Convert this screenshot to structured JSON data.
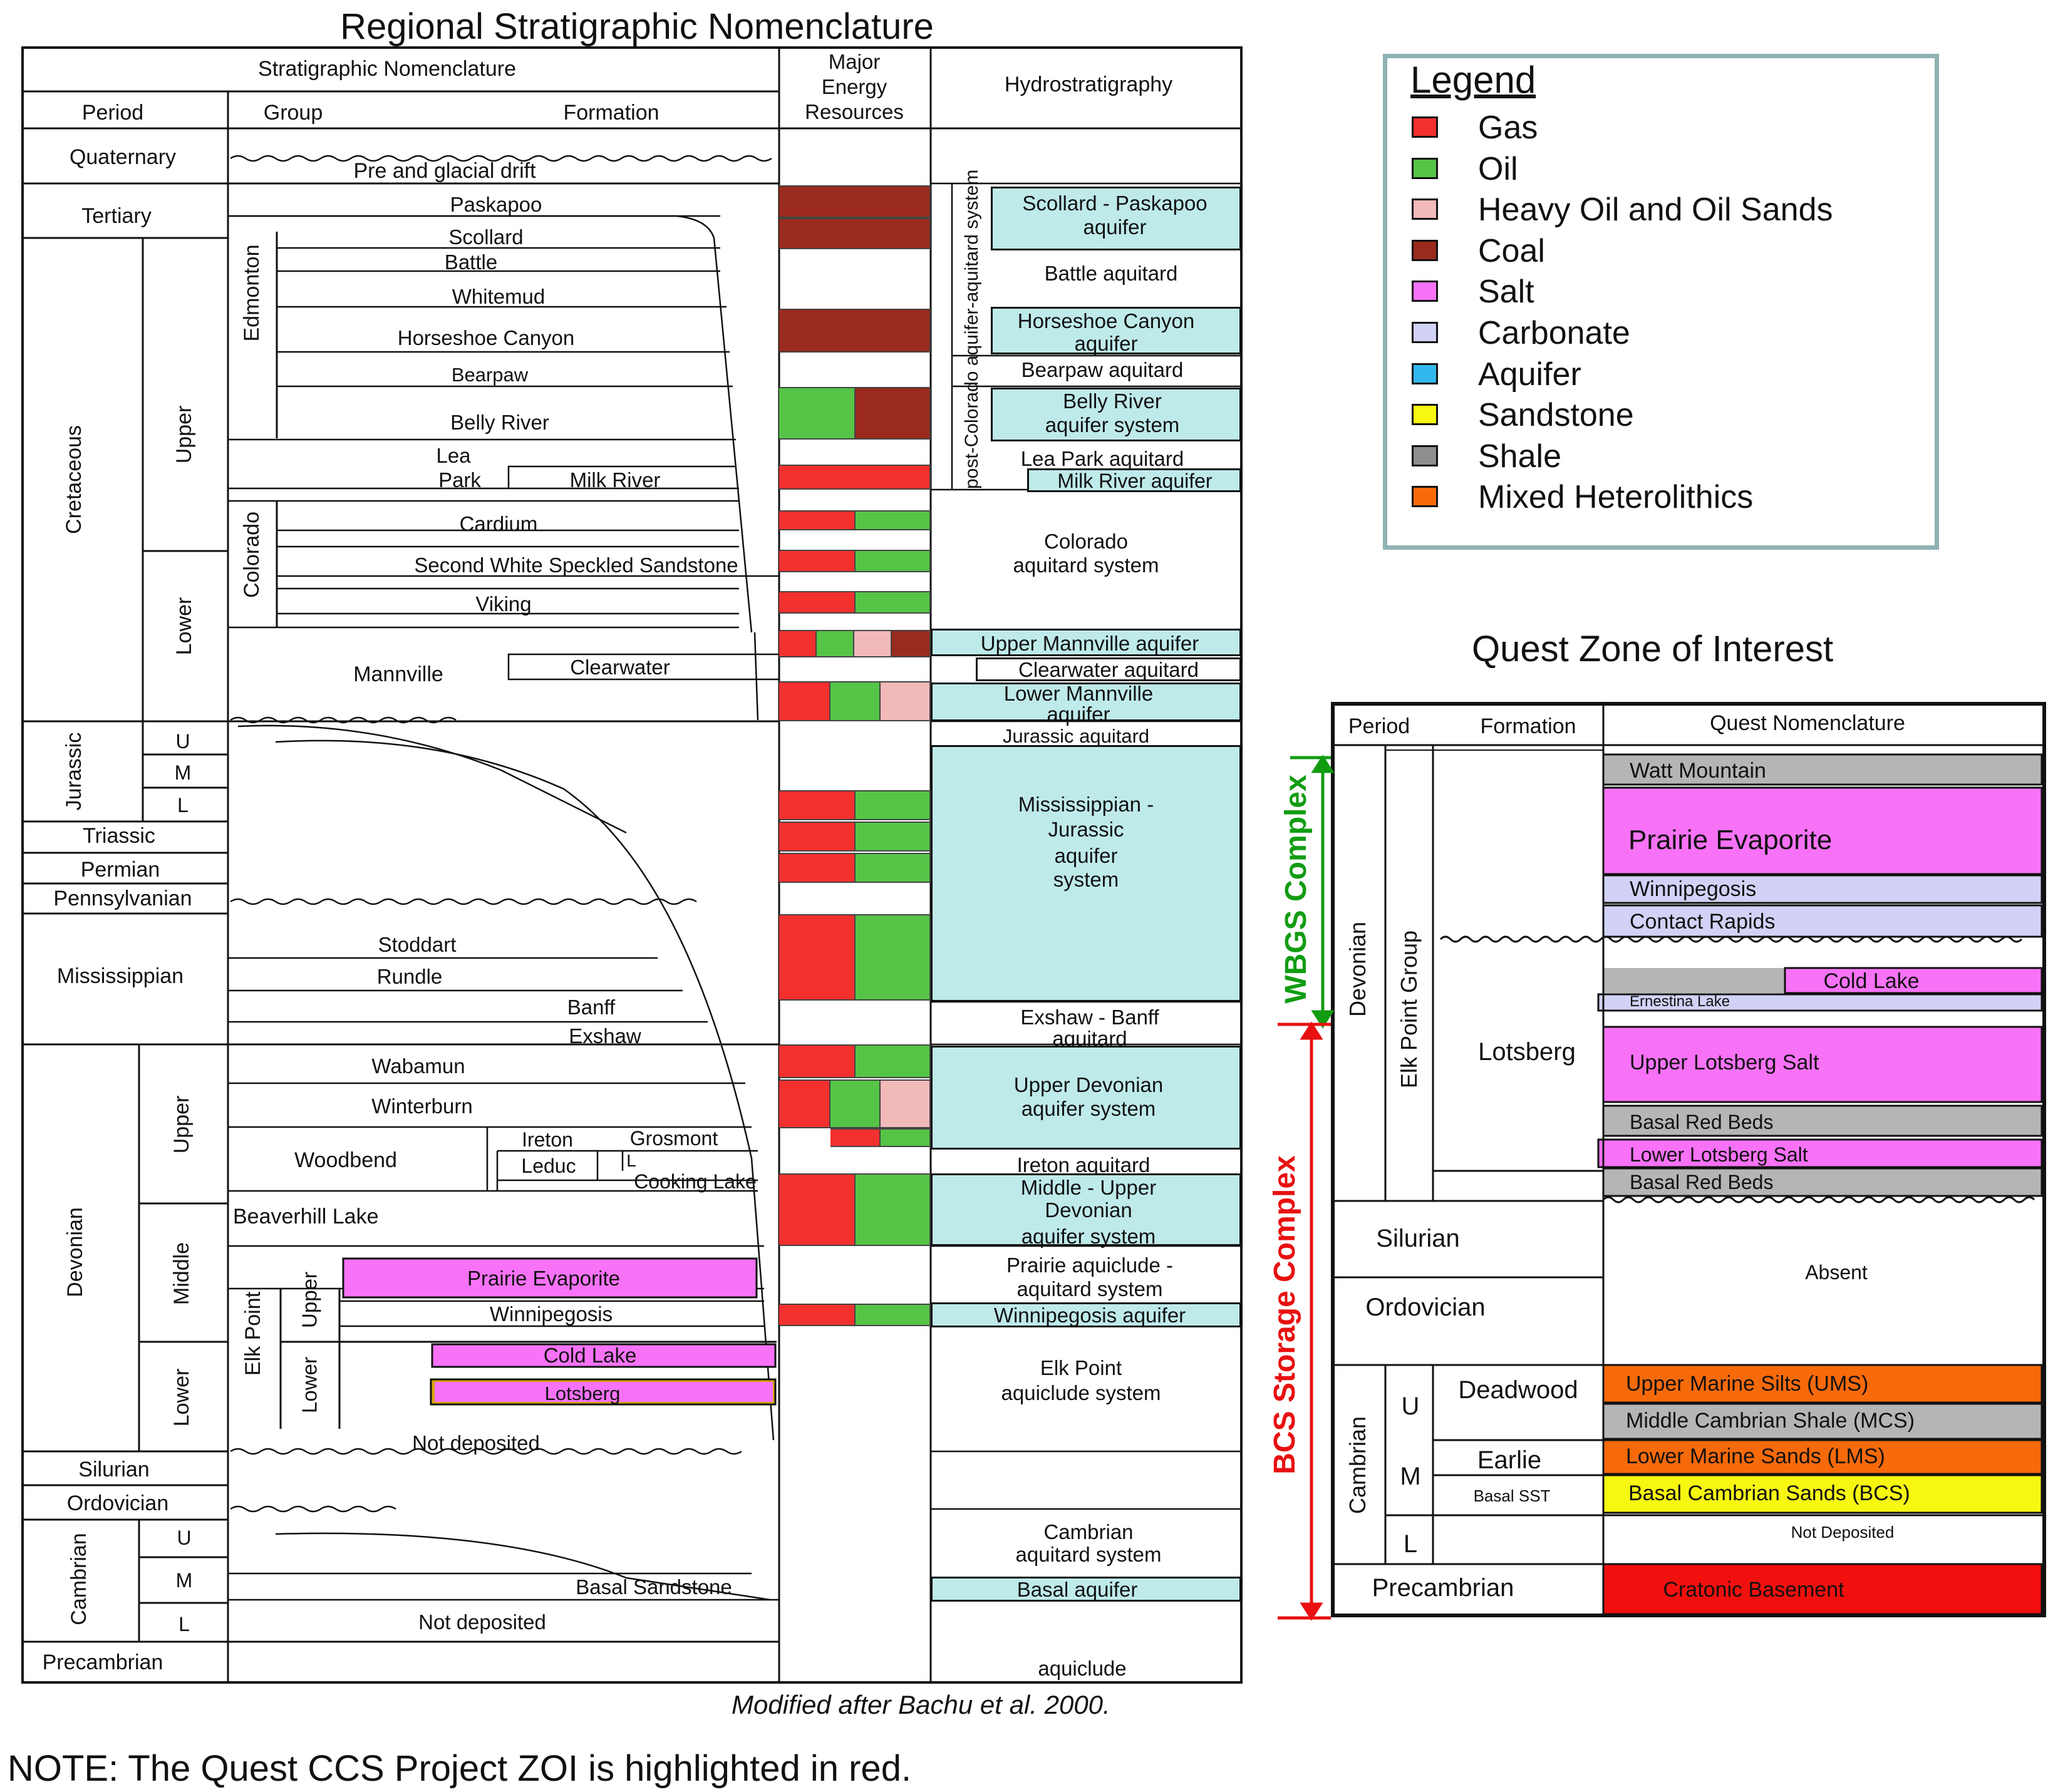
{
  "regional": {
    "title": "Regional Stratigraphic Nomenclature",
    "header": {
      "strat_nomenclature": "Stratigraphic Nomenclature",
      "major_energy_resources": [
        "Major",
        "Energy",
        "Resources"
      ],
      "hydrostratigraphy": "Hydrostratigraphy",
      "period": "Period",
      "group": "Group",
      "formation": "Formation"
    },
    "periods": {
      "quaternary": "Quaternary",
      "tertiary": "Tertiary",
      "cretaceous": "Cretaceous",
      "jurassic": "Jurassic",
      "triassic": "Triassic",
      "permian": "Permian",
      "pennsylvanian": "Pennsylvanian",
      "mississippian": "Mississippian",
      "devonian": "Devonian",
      "silurian": "Silurian",
      "ordovician": "Ordovician",
      "cambrian": "Cambrian",
      "precambrian": "Precambrian"
    },
    "epochs": {
      "cret_upper": "Upper",
      "cret_lower": "Lower",
      "jur_u": "U",
      "jur_m": "M",
      "jur_l": "L",
      "dev_upper": "Upper",
      "dev_middle": "Middle",
      "dev_lower": "Lower",
      "camb_u": "U",
      "camb_m": "M",
      "camb_l": "L"
    },
    "groups": {
      "edmonton": "Edmonton",
      "colorado": "Colorado",
      "mannville": "Mannville",
      "woodbend": "Woodbend",
      "beaverhill_lake": "Beaverhill Lake",
      "elk_point": "Elk Point",
      "ep_upper": "Upper",
      "ep_lower": "Lower"
    },
    "formations": {
      "pre_glacial": "Pre and glacial drift",
      "paskapoo": "Paskapoo",
      "scollard": "Scollard",
      "battle": "Battle",
      "whitemud": "Whitemud",
      "horseshoe": "Horseshoe Canyon",
      "bearpaw": "Bearpaw",
      "belly_river": "Belly River",
      "lea": "Lea",
      "park": "Park",
      "milk_river": "Milk River",
      "cardium": "Cardium",
      "second_white": "Second White Speckled Sandstone",
      "viking": "Viking",
      "clearwater": "Clearwater",
      "stoddart": "Stoddart",
      "rundle": "Rundle",
      "banff": "Banff",
      "exshaw": "Exshaw",
      "wabamun": "Wabamun",
      "winterburn": "Winterburn",
      "ireton": "Ireton",
      "grosmont": "Grosmont",
      "leduc": "Leduc",
      "l": "L",
      "cooking_lake": "Cooking Lake",
      "prairie_evaporite": "Prairie Evaporite",
      "winnipegosis": "Winnipegosis",
      "cold_lake": "Cold Lake",
      "lotsberg": "Lotsberg",
      "not_deposited_1": "Not deposited",
      "basal_sandstone": "Basal Sandstone",
      "not_deposited_2": "Not deposited"
    },
    "hydro": {
      "post_colorado": "post-Colorado aquifer-aquitard system",
      "scollard_paskapoo": [
        "Scollard - Paskapoo",
        "aquifer"
      ],
      "battle_aquitard": "Battle aquitard",
      "horseshoe_aquifer": [
        "Horseshoe Canyon",
        "aquifer"
      ],
      "bearpaw_aquitard": "Bearpaw aquitard",
      "belly_river_aquifer": [
        "Belly River",
        "aquifer system"
      ],
      "lea_park_aquitard": "Lea Park aquitard",
      "milk_river_aquifer": "Milk River aquifer",
      "colorado_aquitard": [
        "Colorado",
        "aquitard system"
      ],
      "upper_mannville": "Upper Mannville aquifer",
      "clearwater_aquitard": "Clearwater aquitard",
      "lower_mannville": [
        "Lower Mannville",
        "aquifer"
      ],
      "jurassic_aquitard": "Jurassic aquitard",
      "miss_jur": [
        "Mississippian -",
        "Jurassic",
        "aquifer",
        "system"
      ],
      "exshaw_banff": [
        "Exshaw - Banff",
        "aquitard"
      ],
      "upper_devonian": [
        "Upper Devonian",
        "aquifer system"
      ],
      "ireton_aquitard": "Ireton aquitard",
      "middle_upper_dev": [
        "Middle - Upper",
        "Devonian",
        "aquifer system"
      ],
      "prairie_aquiclude": [
        "Prairie aquiclude -",
        "aquitard system"
      ],
      "winnipegosis_aquifer": "Winnipegosis aquifer",
      "elk_point_aquiclude": [
        "Elk Point",
        "aquiclude system"
      ],
      "cambrian_aquitard": [
        "Cambrian",
        "aquitard system"
      ],
      "basal_aquifer": "Basal aquifer",
      "aquiclude": "aquiclude"
    },
    "credit": "Modified after Bachu et al. 2000."
  },
  "legend": {
    "title": "Legend",
    "items": [
      {
        "label": "Gas",
        "color": "#f2302e"
      },
      {
        "label": "Oil",
        "color": "#55c447"
      },
      {
        "label": "Heavy Oil and Oil Sands",
        "color": "#f2b9b9"
      },
      {
        "label": "Coal",
        "color": "#9a2a1e"
      },
      {
        "label": "Salt",
        "color": "#f772f7"
      },
      {
        "label": "Carbonate",
        "color": "#d2d2f7"
      },
      {
        "label": "Aquifer",
        "color": "#33b8ee"
      },
      {
        "label": "Sandstone",
        "color": "#f7f712"
      },
      {
        "label": "Shale",
        "color": "#8e8e8e"
      },
      {
        "label": "Mixed Heterolithics",
        "color": "#f76a0a"
      }
    ]
  },
  "quest": {
    "title": "Quest Zone of Interest",
    "header": {
      "period": "Period",
      "formation": "Formation",
      "nomenclature": "Quest Nomenclature"
    },
    "periods": {
      "devonian": "Devonian",
      "silurian": "Silurian",
      "ordovician": "Ordovician",
      "cambrian": "Cambrian",
      "precambrian": "Precambrian"
    },
    "group": "Elk Point Group",
    "formations": {
      "lotsberg": "Lotsberg",
      "deadwood": "Deadwood",
      "earlie": "Earlie",
      "basal_sst": "Basal SST"
    },
    "cambrian_epochs": {
      "u": "U",
      "m": "M",
      "l": "L"
    },
    "units": {
      "watt_mountain": "Watt Mountain",
      "prairie_evaporite": "Prairie Evaporite",
      "winnipegosis": "Winnipegosis",
      "contact_rapids": "Contact Rapids",
      "cold_lake": "Cold Lake",
      "ernestina_lake": "Ernestina Lake",
      "upper_lotsberg_salt": "Upper Lotsberg Salt",
      "basal_red_beds_1": "Basal Red Beds",
      "lower_lotsberg_salt": "Lower Lotsberg Salt",
      "basal_red_beds_2": "Basal Red Beds",
      "absent": "Absent",
      "ums": "Upper Marine Silts (UMS)",
      "mcs": "Middle Cambrian Shale (MCS)",
      "lms": "Lower Marine Sands (LMS)",
      "bcs": "Basal Cambrian Sands (BCS)",
      "not_deposited": "Not Deposited",
      "cratonic_basement": "Cratonic Basement"
    },
    "complexes": {
      "wbgs": "WBGS Complex",
      "bcs": "BCS Storage Complex"
    },
    "complex_colors": {
      "wbgs": "#129c12",
      "bcs": "#e81010"
    }
  },
  "note": "NOTE: The Quest CCS Project ZOI is highlighted in red."
}
